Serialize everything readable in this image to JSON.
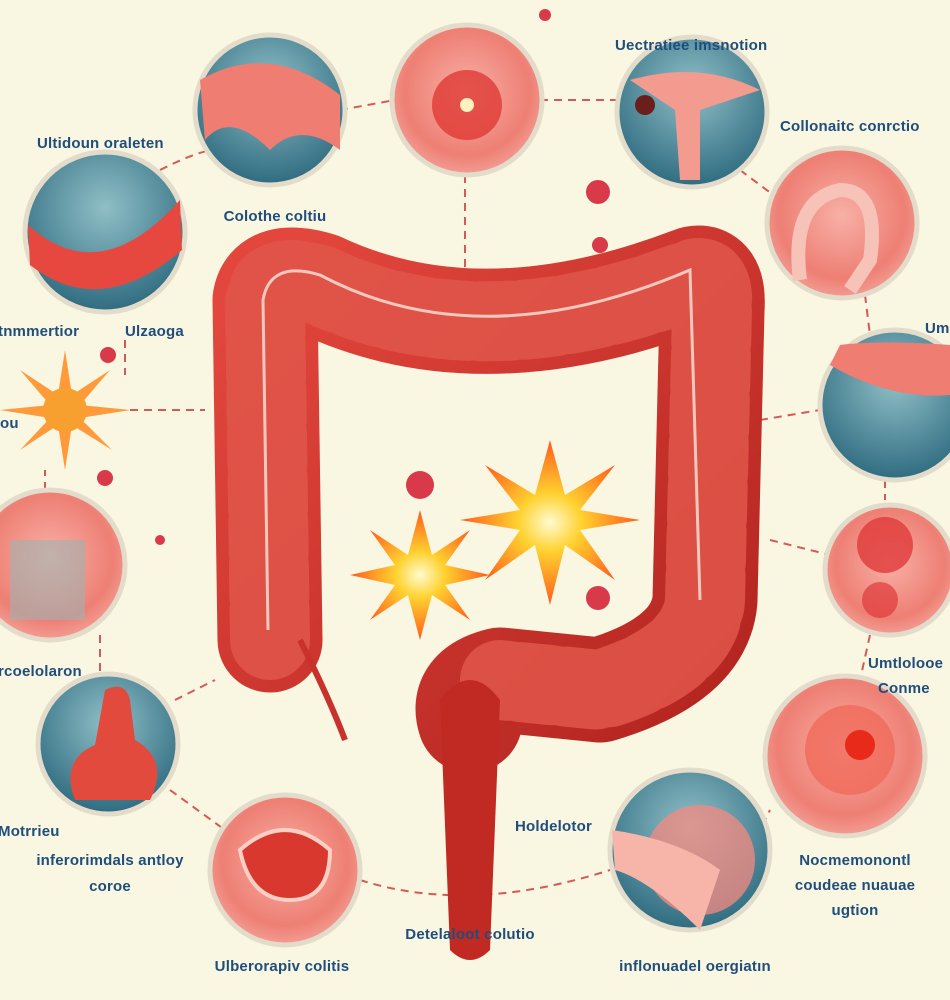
{
  "labels": {
    "l1": "Ultidoun oraleten",
    "l2": "Colothe coltiu",
    "l3": "Uectratiee imsnotion",
    "l4": "Collonaitc conrctio",
    "l5": "Umi",
    "l6": "tnmmertior",
    "l7": "Ulzaoga",
    "l8": "ou",
    "l9": "rcoelolaron",
    "l10": "Motrrieu",
    "l11a": "inferorimdals antloy",
    "l11b": "coroe",
    "l12": "Ulberorapiv colitis",
    "l13": "Detelaloot colutio",
    "l14": "Holdelotor",
    "l15": "inflonuadel oergiatın",
    "l16a": "Nocmemonontl",
    "l16b": "coudeae nuauae",
    "l16c": "ugtion",
    "l17a": "Umtlolooe",
    "l17b": "Conme"
  },
  "colors": {
    "background": "#f9f6e2",
    "label": "#1f4d7c",
    "colon": "#c8322c",
    "colon_light": "#e0564a",
    "tissue": "#f08a80",
    "teal": "#3f7f93",
    "burst": "#ff8a1a"
  }
}
